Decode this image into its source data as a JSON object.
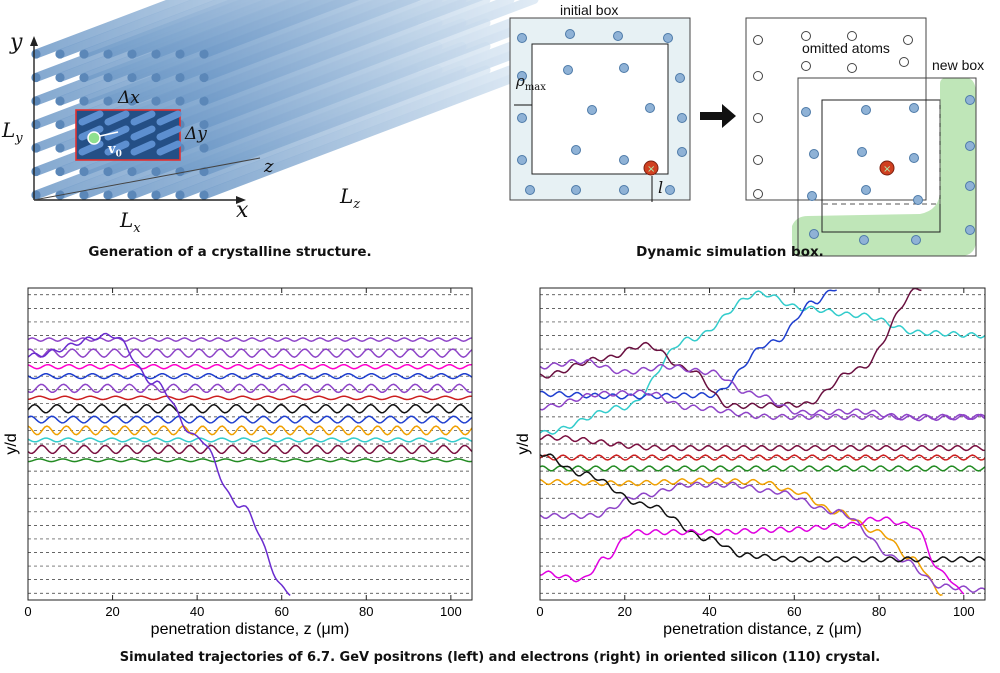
{
  "panel_a": {
    "caption": "Generation of a crystalline structure.",
    "labels": {
      "y_axis": "y",
      "x_axis": "x",
      "z_axis": "z",
      "Ly": "L",
      "Ly_sub": "y",
      "Lx": "L",
      "Lx_sub": "x",
      "Lz": "L",
      "Lz_sub": "z",
      "dx": "Δx",
      "dy": "Δy",
      "v0": "v",
      "v0_sub": "0"
    }
  },
  "panel_b": {
    "caption": "Dynamic simulation box.",
    "labels": {
      "initial_box": "initial box",
      "rho": "ρ",
      "rho_sub": "max",
      "l": "l",
      "omitted_atoms": "omitted atoms",
      "new_box": "new box"
    }
  },
  "main_caption": "Simulated trajectories of 6.7. GeV positrons (left) and electrons (right) in oriented silicon (110) crystal.",
  "chart_data": [
    {
      "type": "line",
      "title": "",
      "xlabel": "penetration distance, z (μm)",
      "ylabel": "y/d",
      "xlim": [
        0,
        105
      ],
      "xticks": [
        0,
        20,
        40,
        60,
        80,
        100
      ],
      "grid_y_dashed": true,
      "series": [
        {
          "color": "#8e44c8",
          "kind": "channeled",
          "level": 10.2,
          "amp": 0.12,
          "period": 4.0
        },
        {
          "color": "#8e44c8",
          "kind": "channeled",
          "level": 9.2,
          "amp": 0.3,
          "period": 5.0
        },
        {
          "color": "#ff00cc",
          "kind": "channeled",
          "level": 8.2,
          "amp": 0.15,
          "period": 5.0
        },
        {
          "color": "#1f3fcf",
          "kind": "channeled",
          "level": 7.5,
          "amp": 0.18,
          "period": 5.5
        },
        {
          "color": "#8e44c8",
          "kind": "channeled",
          "level": 6.6,
          "amp": 0.3,
          "period": 5.2
        },
        {
          "color": "#cc1f1f",
          "kind": "channeled",
          "level": 5.9,
          "amp": 0.12,
          "period": 6.0
        },
        {
          "color": "#111111",
          "kind": "channeled",
          "level": 5.1,
          "amp": 0.3,
          "period": 5.3
        },
        {
          "color": "#1f3fcf",
          "kind": "channeled",
          "level": 4.3,
          "amp": 0.25,
          "period": 5.0
        },
        {
          "color": "#f0a000",
          "kind": "channeled",
          "level": 3.5,
          "amp": 0.32,
          "period": 4.6
        },
        {
          "color": "#33cccc",
          "kind": "channeled",
          "level": 2.8,
          "amp": 0.14,
          "period": 5.2
        },
        {
          "color": "#7a1040",
          "kind": "channeled",
          "level": 2.1,
          "amp": 0.3,
          "period": 5.0
        },
        {
          "color": "#228b22",
          "kind": "channeled",
          "level": 1.3,
          "amp": 0.1,
          "period": 5.5
        },
        {
          "color": "#6a2ccf",
          "kind": "dechanneled",
          "points": [
            [
              0,
              9.0
            ],
            [
              20,
              10.5
            ],
            [
              30,
              7.0
            ],
            [
              40,
              3.0
            ],
            [
              50,
              -2.0
            ],
            [
              62,
              -8.5
            ]
          ]
        }
      ]
    },
    {
      "type": "line",
      "title": "",
      "xlabel": "penetration distance, z (μm)",
      "ylabel": "y/d",
      "xlim": [
        0,
        105
      ],
      "xticks": [
        0,
        20,
        40,
        60,
        80,
        100
      ],
      "grid_y_dashed": true,
      "series": [
        {
          "color": "#33cccc",
          "points": [
            [
              0,
              3.3
            ],
            [
              20,
              5.2
            ],
            [
              35,
              10.2
            ],
            [
              52,
              13.6
            ],
            [
              62,
              12.5
            ],
            [
              75,
              12.0
            ],
            [
              90,
              10.7
            ],
            [
              105,
              10.5
            ]
          ]
        },
        {
          "color": "#1f3fcf",
          "points": [
            [
              0,
              6.2
            ],
            [
              20,
              6.0
            ],
            [
              40,
              6.1
            ],
            [
              55,
              10.0
            ],
            [
              65,
              13.0
            ],
            [
              70,
              14.0
            ]
          ]
        },
        {
          "color": "#6a1040",
          "points": [
            [
              0,
              7.5
            ],
            [
              15,
              8.8
            ],
            [
              25,
              9.8
            ],
            [
              35,
              8.0
            ],
            [
              45,
              5.3
            ],
            [
              62,
              5.4
            ],
            [
              75,
              8.0
            ],
            [
              90,
              14.0
            ]
          ]
        },
        {
          "color": "#8e44c8",
          "points": [
            [
              0,
              8.2
            ],
            [
              10,
              8.6
            ],
            [
              20,
              7.8
            ],
            [
              30,
              8.2
            ],
            [
              40,
              7.8
            ],
            [
              50,
              6.2
            ],
            [
              62,
              4.8
            ],
            [
              75,
              4.9
            ],
            [
              88,
              4.4
            ],
            [
              105,
              4.5
            ]
          ]
        },
        {
          "color": "#8e44c8",
          "points": [
            [
              0,
              5.2
            ],
            [
              15,
              6.2
            ],
            [
              25,
              6.3
            ],
            [
              35,
              5.2
            ],
            [
              55,
              4.5
            ],
            [
              105,
              4.5
            ]
          ]
        },
        {
          "color": "#7a1040",
          "points": [
            [
              0,
              3.0
            ],
            [
              30,
              2.2
            ],
            [
              105,
              2.2
            ]
          ]
        },
        {
          "color": "#cc1f1f",
          "points": [
            [
              0,
              1.5
            ],
            [
              105,
              1.5
            ]
          ]
        },
        {
          "color": "#228b22",
          "points": [
            [
              0,
              0.7
            ],
            [
              105,
              0.7
            ]
          ]
        },
        {
          "color": "#f0a000",
          "points": [
            [
              0,
              -0.3
            ],
            [
              20,
              -0.4
            ],
            [
              40,
              -0.2
            ],
            [
              52,
              -0.3
            ],
            [
              60,
              -1.0
            ],
            [
              70,
              -2.5
            ],
            [
              80,
              -4.0
            ],
            [
              88,
              -6.0
            ],
            [
              95,
              -8.5
            ]
          ]
        },
        {
          "color": "#8e44c8",
          "points": [
            [
              0,
              -2.8
            ],
            [
              12,
              -2.8
            ],
            [
              24,
              -1.3
            ],
            [
              35,
              -0.5
            ],
            [
              45,
              -0.5
            ],
            [
              55,
              -1.0
            ],
            [
              70,
              -2.5
            ],
            [
              85,
              -6.0
            ],
            [
              95,
              -8.0
            ],
            [
              105,
              -8.3
            ]
          ]
        },
        {
          "color": "#111111",
          "points": [
            [
              0,
              1.8
            ],
            [
              10,
              0.3
            ],
            [
              25,
              -2.0
            ],
            [
              40,
              -4.5
            ],
            [
              48,
              -5.7
            ],
            [
              60,
              -6.0
            ],
            [
              105,
              -6.0
            ]
          ]
        },
        {
          "color": "#e000e0",
          "points": [
            [
              0,
              -7.0
            ],
            [
              10,
              -7.5
            ],
            [
              15,
              -6.0
            ],
            [
              22,
              -4.0
            ],
            [
              40,
              -4.0
            ],
            [
              60,
              -3.8
            ],
            [
              72,
              -3.5
            ],
            [
              80,
              -3.0
            ],
            [
              88,
              -3.5
            ],
            [
              95,
              -7.0
            ],
            [
              100,
              -8.5
            ]
          ]
        }
      ]
    }
  ]
}
